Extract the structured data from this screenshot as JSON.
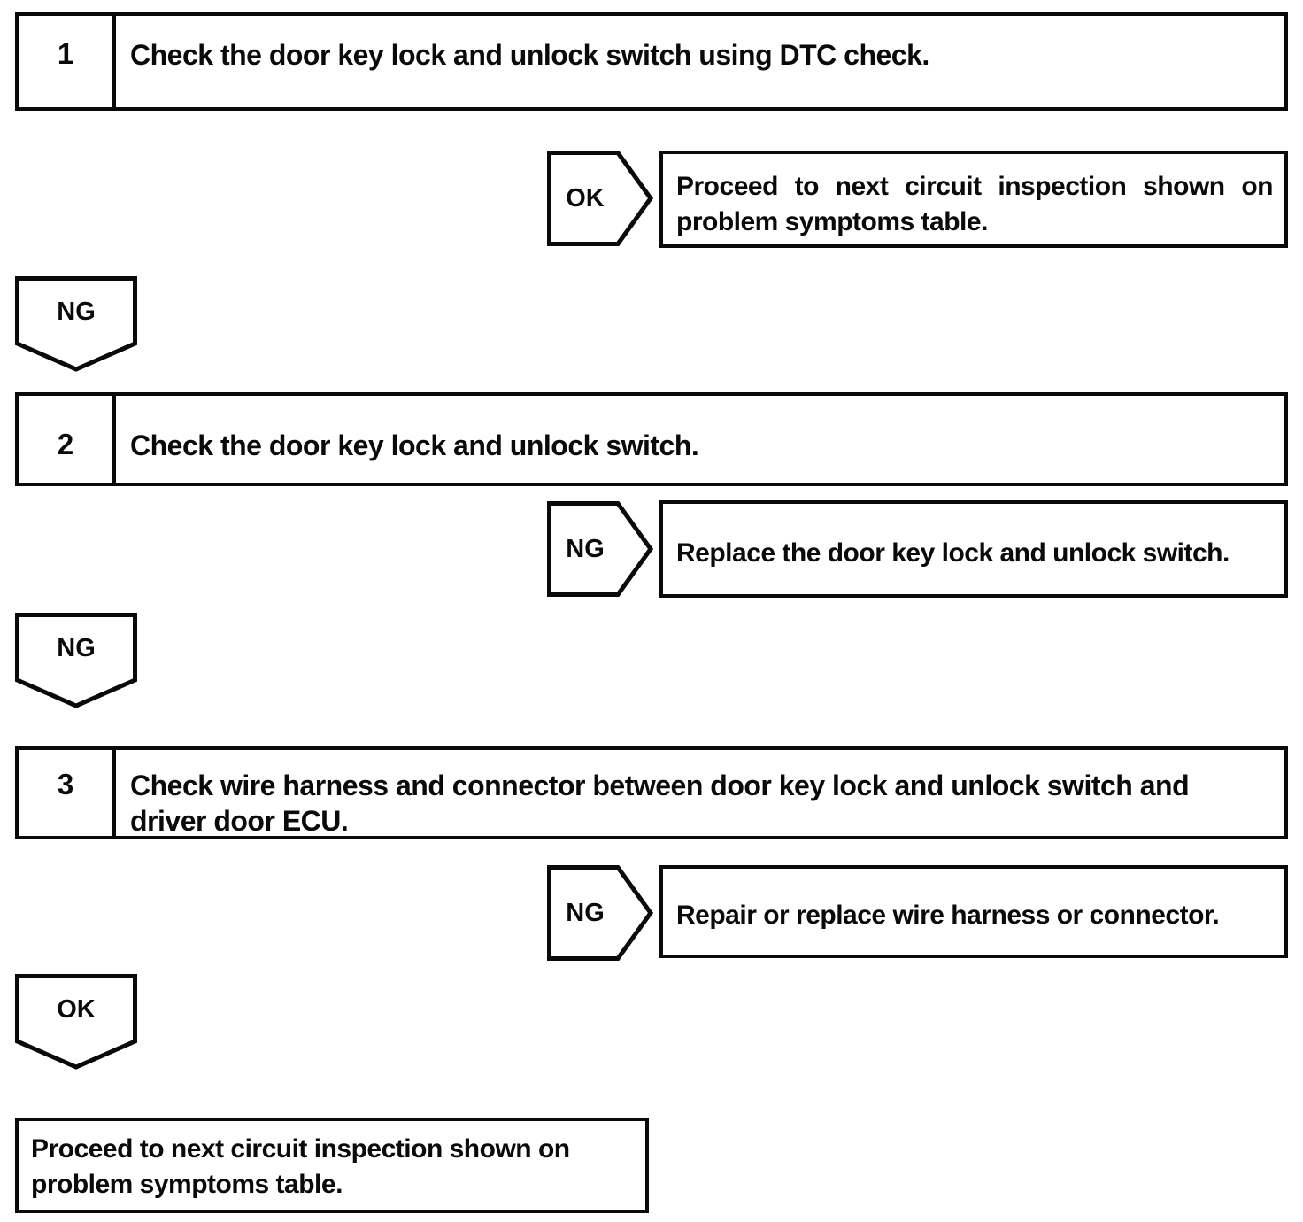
{
  "page": {
    "background": "#ffffff",
    "ink": "#0a0a0a"
  },
  "flowchart": {
    "steps": [
      {
        "number": "1",
        "instruction": "Check the door key lock and unlock switch using DTC check.",
        "branch_label": "OK",
        "branch_result": "Proceed to next circuit inspection shown on problem symptoms table.",
        "continue_label": "NG"
      },
      {
        "number": "2",
        "instruction": "Check the door key lock and unlock switch.",
        "branch_label": "NG",
        "branch_result": "Replace the door key lock and unlock switch.",
        "continue_label": "NG"
      },
      {
        "number": "3",
        "instruction": "Check wire harness and connector between door key lock and unlock switch and driver door ECU.",
        "branch_label": "NG",
        "branch_result": "Repair or replace wire harness or connector.",
        "continue_label": "OK"
      }
    ],
    "final_result": "Proceed to next circuit inspection shown on problem symptoms table."
  }
}
